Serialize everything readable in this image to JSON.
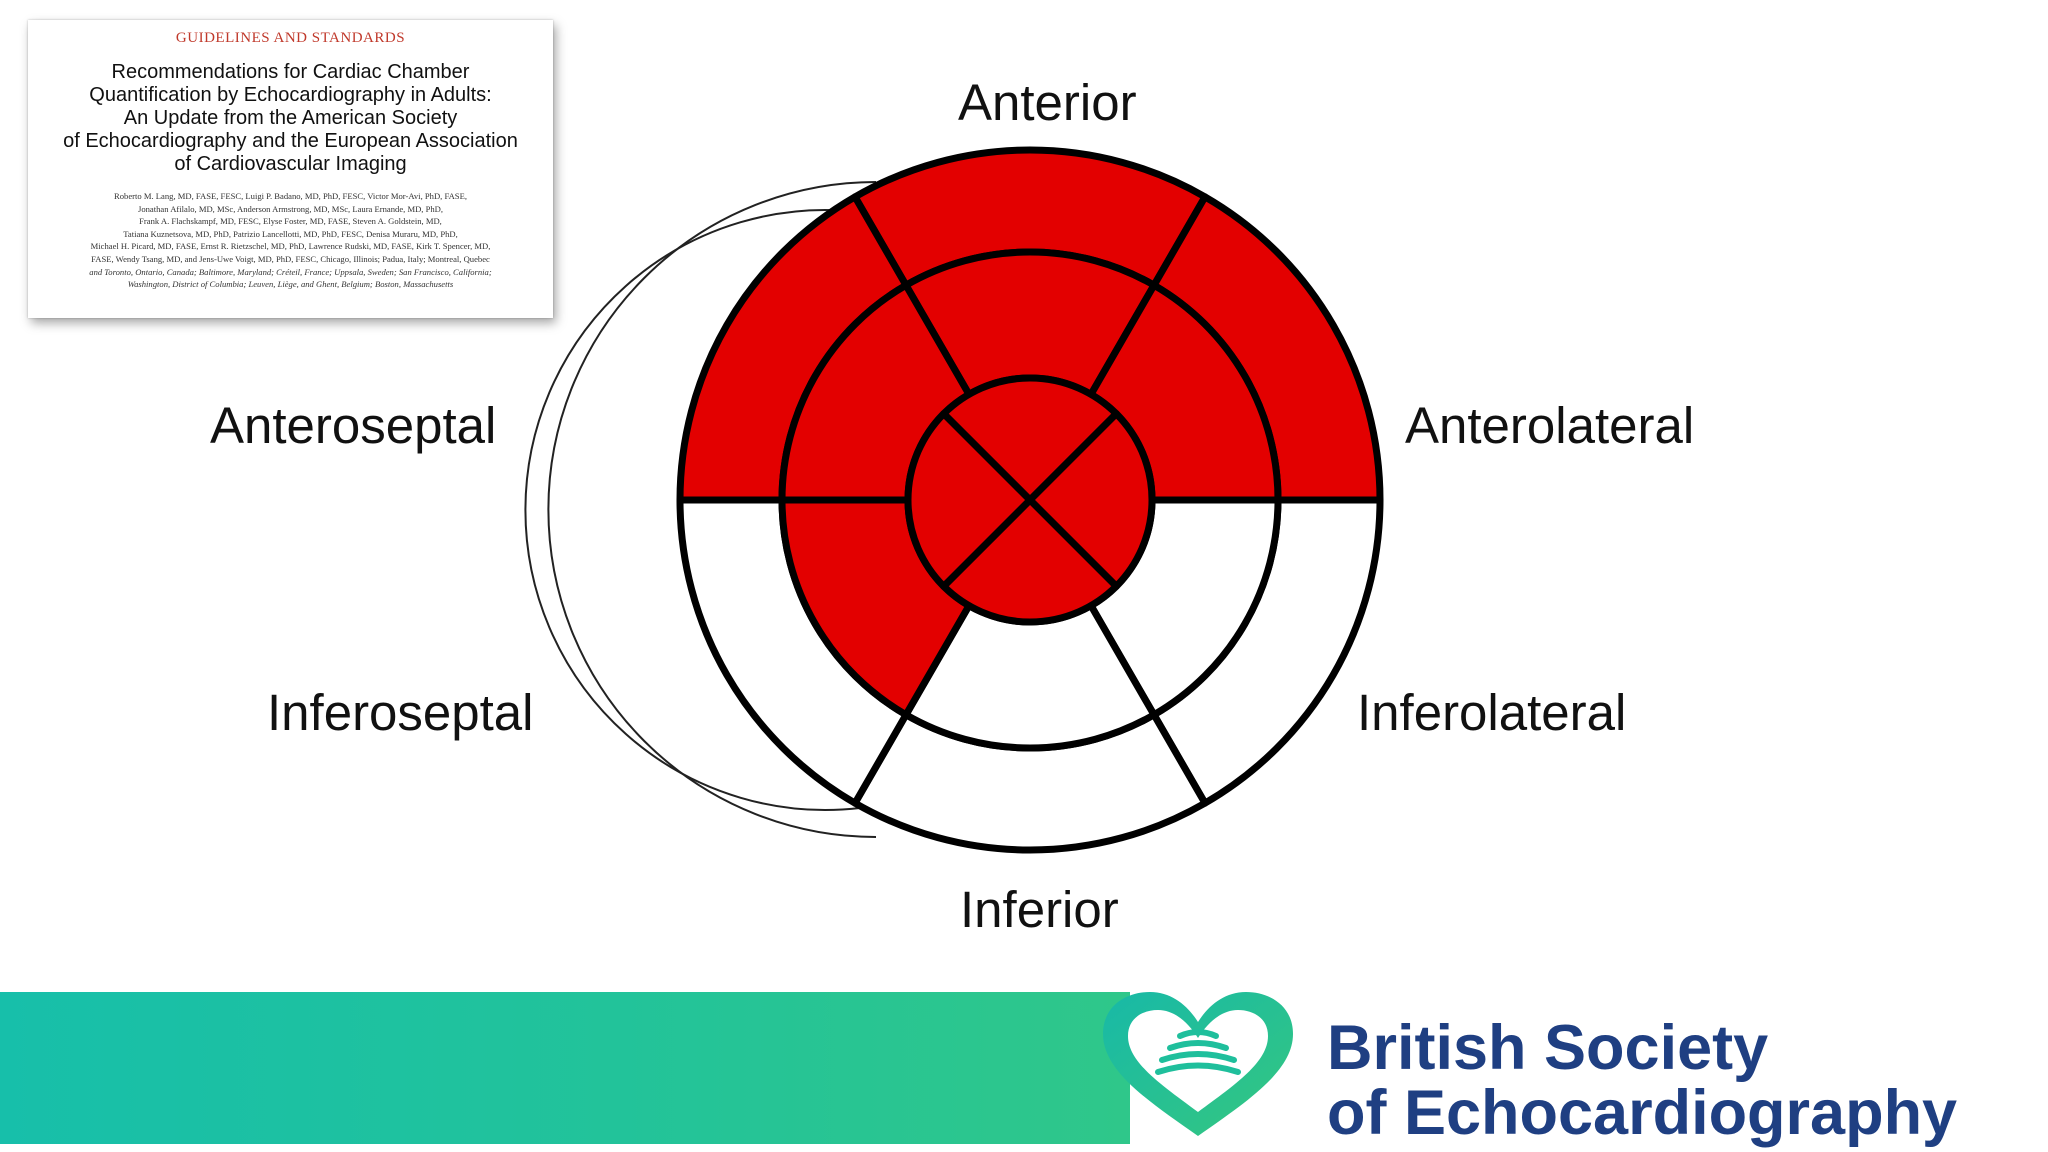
{
  "paper": {
    "section": "GUIDELINES AND STANDARDS",
    "title_lines": [
      "Recommendations for Cardiac Chamber",
      "Quantification by Echocardiography in Adults:",
      "An Update from the American Society",
      "of Echocardiography and the European Association",
      "of Cardiovascular Imaging"
    ],
    "authors": [
      "Roberto M. Lang, MD, FASE, FESC, Luigi P. Badano, MD, PhD, FESC, Victor Mor-Avi, PhD, FASE,",
      "Jonathan Afilalo, MD, MSc, Anderson Armstrong, MD, MSc, Laura Ernande, MD, PhD,",
      "Frank A. Flachskampf, MD, FESC, Elyse Foster, MD, FASE, Steven A. Goldstein, MD,",
      "Tatiana Kuznetsova, MD, PhD, Patrizio Lancellotti, MD, PhD, FESC, Denisa Muraru, MD, PhD,",
      "Michael H. Picard, MD, FASE, Ernst R. Rietzschel, MD, PhD, Lawrence Rudski, MD, FASE, Kirk T. Spencer, MD,",
      "FASE, Wendy Tsang, MD, and Jens-Uwe Voigt, MD, PhD, FESC, Chicago, Illinois; Padua, Italy; Montreal, Quebec"
    ],
    "affiliations": [
      "and Toronto, Ontario, Canada; Baltimore, Maryland; Créteil, France; Uppsala, Sweden; San Francisco, California;",
      "Washington, District of Columbia; Leuven, Liège, and Ghent, Belgium; Boston, Massachusetts"
    ]
  },
  "bullseye": {
    "labels": {
      "anterior": "Anterior",
      "anteroseptal": "Anteroseptal",
      "anterolateral": "Anterolateral",
      "inferoseptal": "Inferoseptal",
      "inferolateral": "Inferolateral",
      "inferior": "Inferior"
    },
    "colors": {
      "affected": "#e30000",
      "normal": "#ffffff",
      "outline": "#000000"
    },
    "segments": [
      {
        "segment": "basal-anterior",
        "ring": "basal",
        "affected": true
      },
      {
        "segment": "basal-anterolateral",
        "ring": "basal",
        "affected": true
      },
      {
        "segment": "basal-inferolateral",
        "ring": "basal",
        "affected": false
      },
      {
        "segment": "basal-inferior",
        "ring": "basal",
        "affected": false
      },
      {
        "segment": "basal-inferoseptal",
        "ring": "basal",
        "affected": false
      },
      {
        "segment": "basal-anteroseptal",
        "ring": "basal",
        "affected": true
      },
      {
        "segment": "mid-anterior",
        "ring": "mid",
        "affected": true
      },
      {
        "segment": "mid-anterolateral",
        "ring": "mid",
        "affected": true
      },
      {
        "segment": "mid-inferolateral",
        "ring": "mid",
        "affected": false
      },
      {
        "segment": "mid-inferior",
        "ring": "mid",
        "affected": false
      },
      {
        "segment": "mid-inferoseptal",
        "ring": "mid",
        "affected": true
      },
      {
        "segment": "mid-anteroseptal",
        "ring": "mid",
        "affected": true
      },
      {
        "segment": "apical-anterior",
        "ring": "apical",
        "affected": true
      },
      {
        "segment": "apical-lateral",
        "ring": "apical",
        "affected": true
      },
      {
        "segment": "apical-inferior",
        "ring": "apical",
        "affected": true
      },
      {
        "segment": "apical-septal",
        "ring": "apical",
        "affected": true
      }
    ]
  },
  "brand": {
    "name_line1": "British Society",
    "name_line2": "of Echocardiography",
    "text_color": "#1f3f82",
    "logo_icon": "heart-echo-icon"
  }
}
